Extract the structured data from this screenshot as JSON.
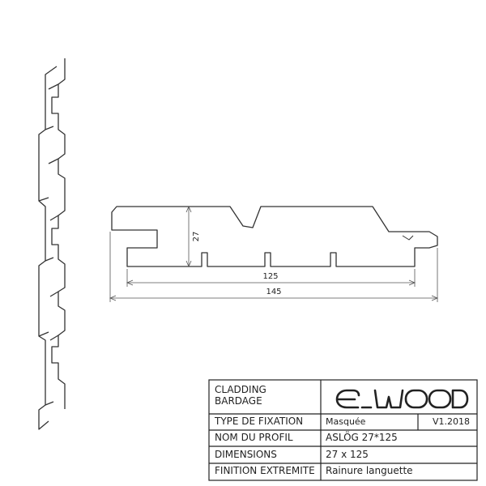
{
  "drawing": {
    "dimensions": {
      "height": "27",
      "inner_width": "125",
      "total_width": "145"
    }
  },
  "title_block": {
    "product_line1": "CLADDING",
    "product_line2": "BARDAGE",
    "brand": "e_wood",
    "rows": [
      {
        "label": "TYPE DE FIXATION",
        "value": "Masquée",
        "extra": "V1.2018"
      },
      {
        "label": "NOM DU PROFIL",
        "value": "ASLÖG 27*125"
      },
      {
        "label": "DIMENSIONS",
        "value": "27 x 125"
      },
      {
        "label": "FINITION EXTREMITE",
        "value": "Rainure languette"
      }
    ]
  }
}
